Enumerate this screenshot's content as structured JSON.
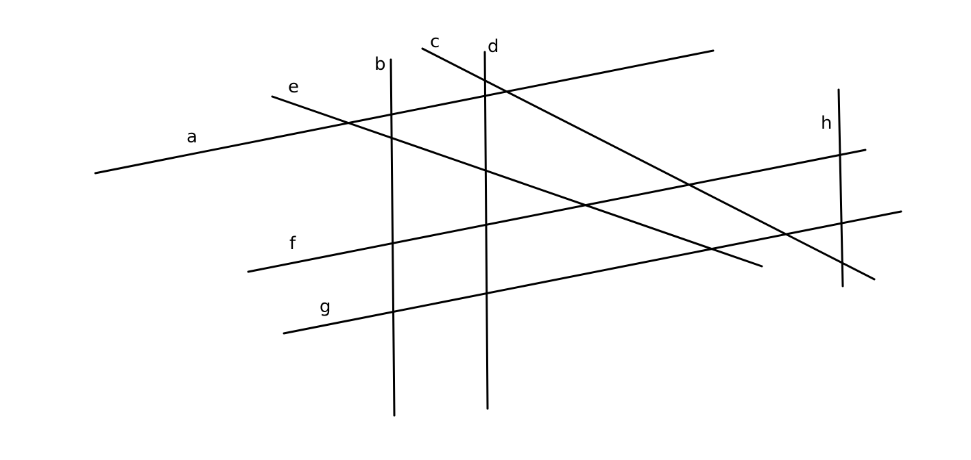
{
  "diagram": {
    "line_color": "#000000",
    "background": "#ffffff",
    "lines": [
      {
        "id": "a",
        "label": "a"
      },
      {
        "id": "b",
        "label": "b"
      },
      {
        "id": "c",
        "label": "c"
      },
      {
        "id": "d",
        "label": "d"
      },
      {
        "id": "e",
        "label": "e"
      },
      {
        "id": "f",
        "label": "f"
      },
      {
        "id": "g",
        "label": "g"
      },
      {
        "id": "h",
        "label": "h"
      }
    ]
  }
}
